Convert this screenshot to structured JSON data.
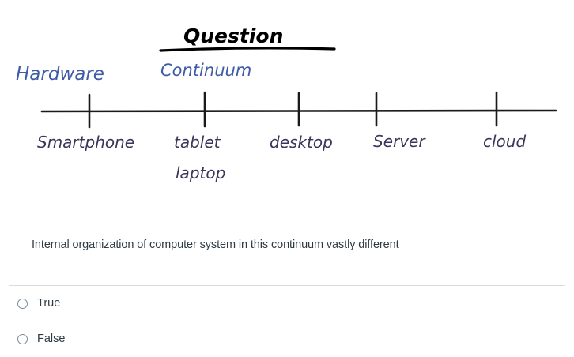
{
  "diagram": {
    "title": "Question",
    "subtitle_left": "Hardware",
    "subtitle_right": "Continuum",
    "axis": {
      "ticks": [
        {
          "label": "Smartphone",
          "label2": ""
        },
        {
          "label": "tablet",
          "label2": "laptop"
        },
        {
          "label": "desktop",
          "label2": ""
        },
        {
          "label": "Server",
          "label2": ""
        },
        {
          "label": "cloud",
          "label2": ""
        }
      ]
    },
    "colors": {
      "title_ink": "#000000",
      "heading_ink": "#3f5aa6",
      "label_ink": "#3a3559",
      "axis_ink": "#1a1a1a"
    }
  },
  "question": {
    "prompt": "Internal organization of computer system in this continuum vastly different"
  },
  "answers": {
    "options": [
      {
        "label": "True",
        "selected": false
      },
      {
        "label": "False",
        "selected": false
      }
    ]
  }
}
